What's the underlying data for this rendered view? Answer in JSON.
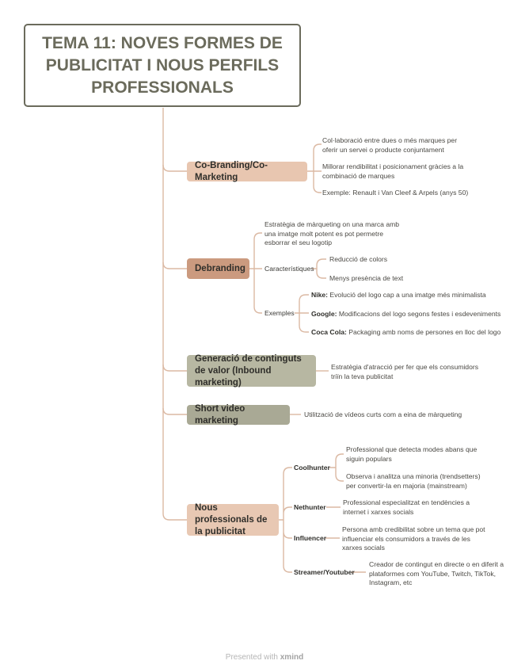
{
  "title": "TEMA 11: NOVES FORMES DE PUBLICITAT I NOUS PERFILS PROFESSIONALS",
  "topics": [
    {
      "label": "Co-Branding/Co-Marketing",
      "leaves": [
        [
          "Col·laboració entre dues o més marques per",
          "oferir un servei o producte conjuntament"
        ],
        [
          "Millorar rendibilitat i posicionament gràcies a la",
          "combinació de marques"
        ],
        [
          "Exemple: Renault i Van Cleef & Arpels (anys 50)"
        ]
      ]
    },
    {
      "label": "Debranding",
      "intro": [
        "Estratègia de màrqueting on una marca amb",
        "una imatge molt potent es pot permetre",
        "esborrar el seu logotip"
      ],
      "features_label": "Característiques",
      "features": [
        "Reducció de colors",
        "Menys presència de text"
      ],
      "examples_label": "Exemples",
      "examples": [
        {
          "brand": "Nike:",
          "text": " Evolució del logo cap a una imatge més minimalista"
        },
        {
          "brand": "Google:",
          "text": " Modificacions del logo segons festes i esdeveniments"
        },
        {
          "brand": "Coca Cola:",
          "text": " Packaging amb noms de persones en lloc del logo"
        }
      ]
    },
    {
      "label": "Generació de continguts de valor (Inbound marketing)",
      "leaves": [
        [
          "Estratègia d'atracció per fer que els consumidors",
          "triïn la teva publicitat"
        ]
      ]
    },
    {
      "label": "Short video marketing",
      "leaves": [
        [
          "Utilització de vídeos curts com a eina de màrqueting"
        ]
      ]
    },
    {
      "label": "Nous professionals de la publicitat",
      "roles": [
        {
          "name": "Coolhunter",
          "items": [
            [
              "Professional que detecta modes abans que",
              "siguin populars"
            ],
            [
              "Observa i analitza una minoria (trendsetters)",
              "per convertir-la en majoria (mainstream)"
            ]
          ]
        },
        {
          "name": "Nethunter",
          "items": [
            [
              "Professional especialitzat en tendències a",
              "internet i xarxes socials"
            ]
          ]
        },
        {
          "name": "Influencer",
          "items": [
            [
              "Persona amb credibilitat sobre un tema que pot",
              "influenciar els consumidors a través de les",
              "xarxes socials"
            ]
          ]
        },
        {
          "name": "Streamer/Youtuber",
          "items": [
            [
              "Creador de contingut en directe o en diferit a",
              "plataformes com YouTube, Twitch, TikTok,",
              "Instagram, etc"
            ]
          ]
        }
      ]
    }
  ],
  "footer": {
    "prefix": "Presented with ",
    "brand": "xmind"
  },
  "colors": {
    "line": "#dbb9a3",
    "title_border": "#6b6b5c"
  }
}
